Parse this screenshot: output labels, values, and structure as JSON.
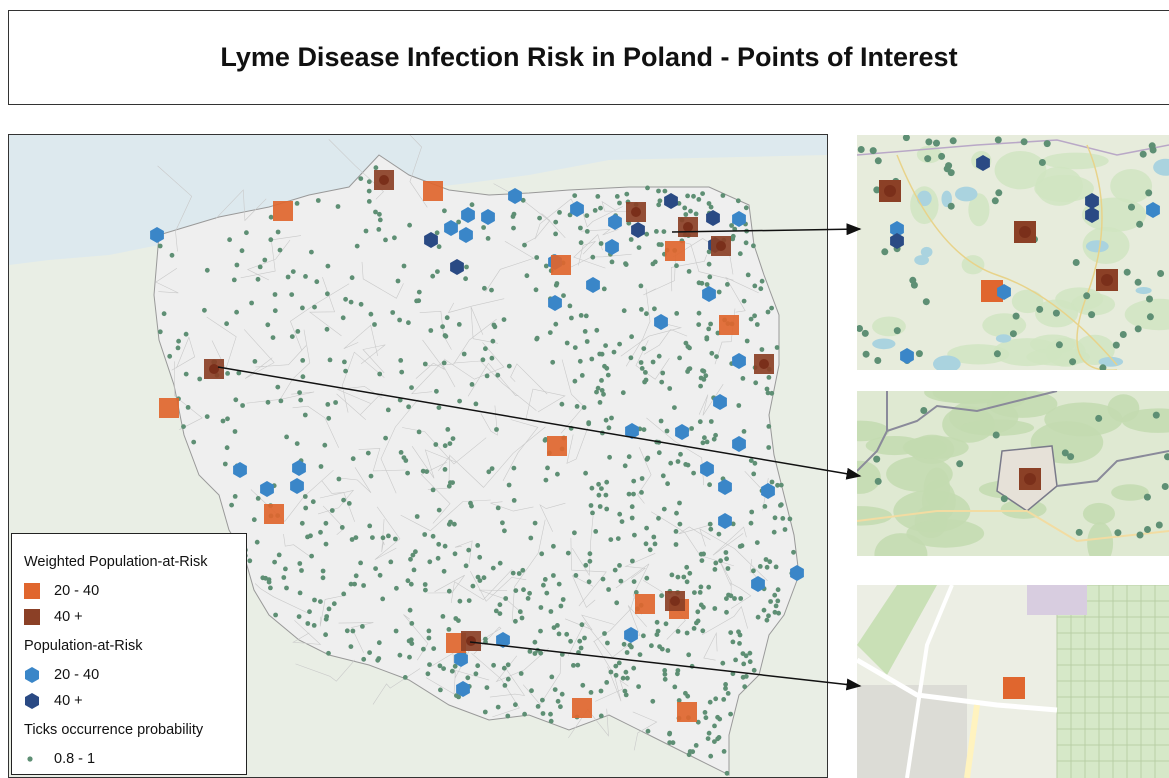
{
  "title": "Lyme Disease Infection Risk in Poland - Points of Interest",
  "colors": {
    "weighted_20_40": "#e0662e",
    "weighted_40_plus": "#8b4026",
    "pop_20_40": "#3a86c8",
    "pop_40_plus": "#2a4a84",
    "ticks": "#5e8f74",
    "poland_fill": "#efefef",
    "sea": "#dde9ee",
    "land_outside": "#e9eee5"
  },
  "legend": {
    "weighted_heading": "Weighted Population-at-Risk",
    "weighted_items": [
      {
        "label": "20 - 40",
        "symbol": "orange-square"
      },
      {
        "label": "40 +",
        "symbol": "brown-square"
      }
    ],
    "population_heading": "Population-at-Risk",
    "population_items": [
      {
        "label": "20 - 40",
        "symbol": "blue-hexagon"
      },
      {
        "label": "40 +",
        "symbol": "navy-hexagon"
      }
    ],
    "ticks_heading": "Ticks occurrence probability",
    "ticks_items": [
      {
        "label": "0.8 - 1",
        "symbol": "green-dot"
      }
    ]
  },
  "insets": [
    {
      "name": "inset-north-east",
      "theme": "lakeland"
    },
    {
      "name": "inset-west",
      "theme": "forest-town"
    },
    {
      "name": "inset-south",
      "theme": "city-streets"
    }
  ]
}
